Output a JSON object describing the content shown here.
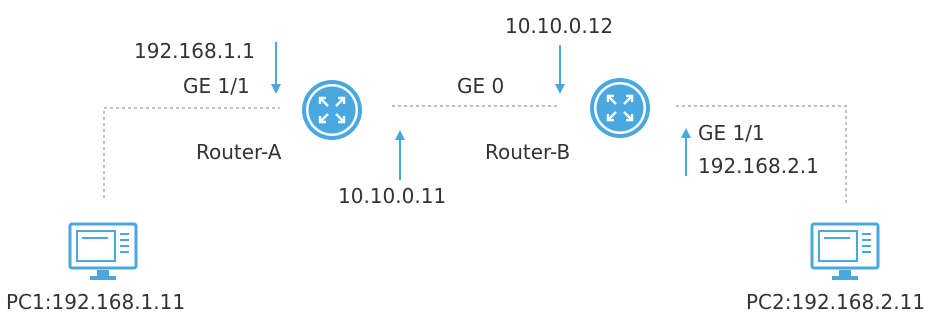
{
  "routers": {
    "a": {
      "name": "Router-A",
      "ip": "192.168.1.1",
      "iface": "GE 1/1",
      "wan_ip": "10.10.0.11"
    },
    "b": {
      "name": "Router-B",
      "ip": "192.168.2.1",
      "iface": "GE 1/1",
      "wan_ip": "10.10.0.12",
      "wan_iface": "GE 0"
    }
  },
  "pcs": {
    "pc1": {
      "label": "PC1:192.168.1.11"
    },
    "pc2": {
      "label": "PC2:192.168.2.11"
    }
  },
  "colors": {
    "accent": "#4aa8e0",
    "link": "#9a9a9a",
    "text": "#333333"
  },
  "icons": {
    "router": "router-icon",
    "pc": "monitor-icon"
  }
}
